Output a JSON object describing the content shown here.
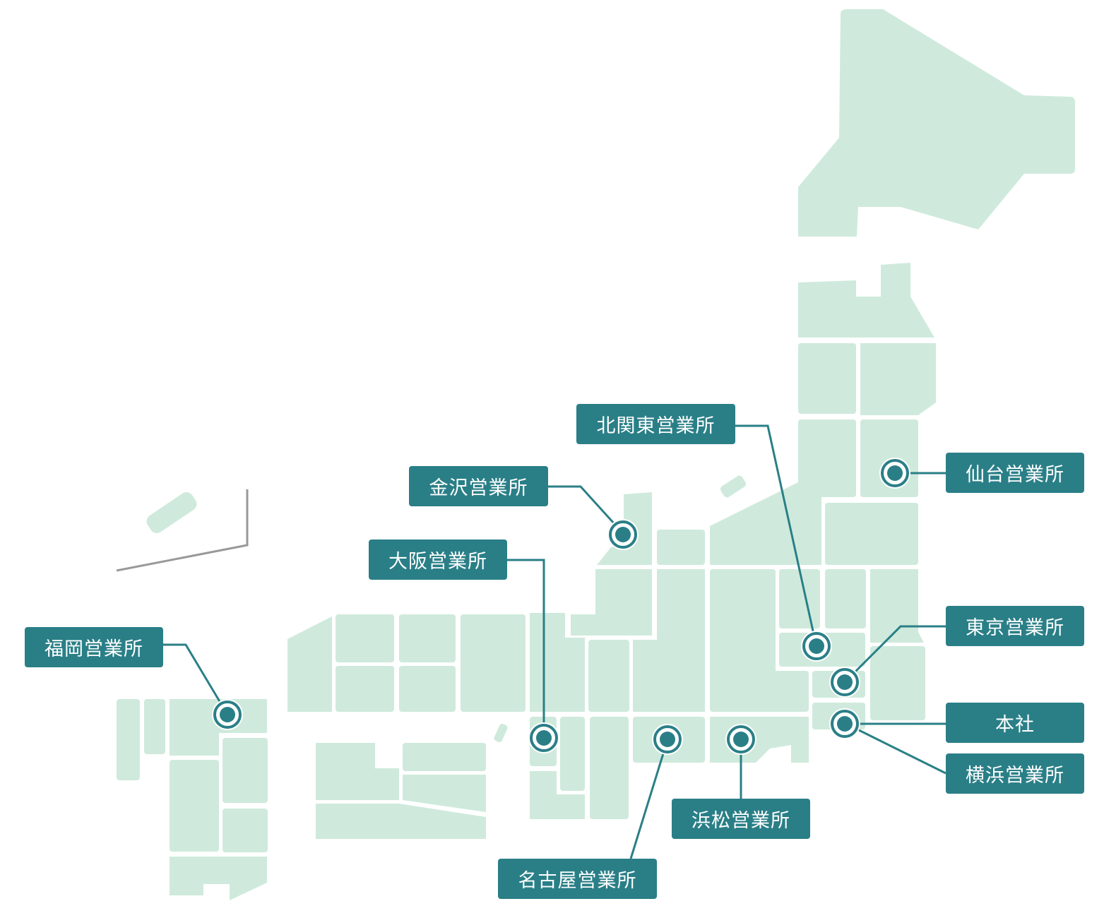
{
  "colors": {
    "map": "#cfeadc",
    "accent": "#2a7f87",
    "boundary_line": "#999999"
  },
  "offices": {
    "sendai": "仙台営業所",
    "kitakanto": "北関東営業所",
    "kanazawa": "金沢営業所",
    "osaka": "大阪営業所",
    "fukuoka": "福岡営業所",
    "tokyo": "東京営業所",
    "honsha": "本社",
    "yokohama": "横浜営業所",
    "nagoya": "名古屋営業所",
    "hamamatsu": "浜松営業所"
  }
}
